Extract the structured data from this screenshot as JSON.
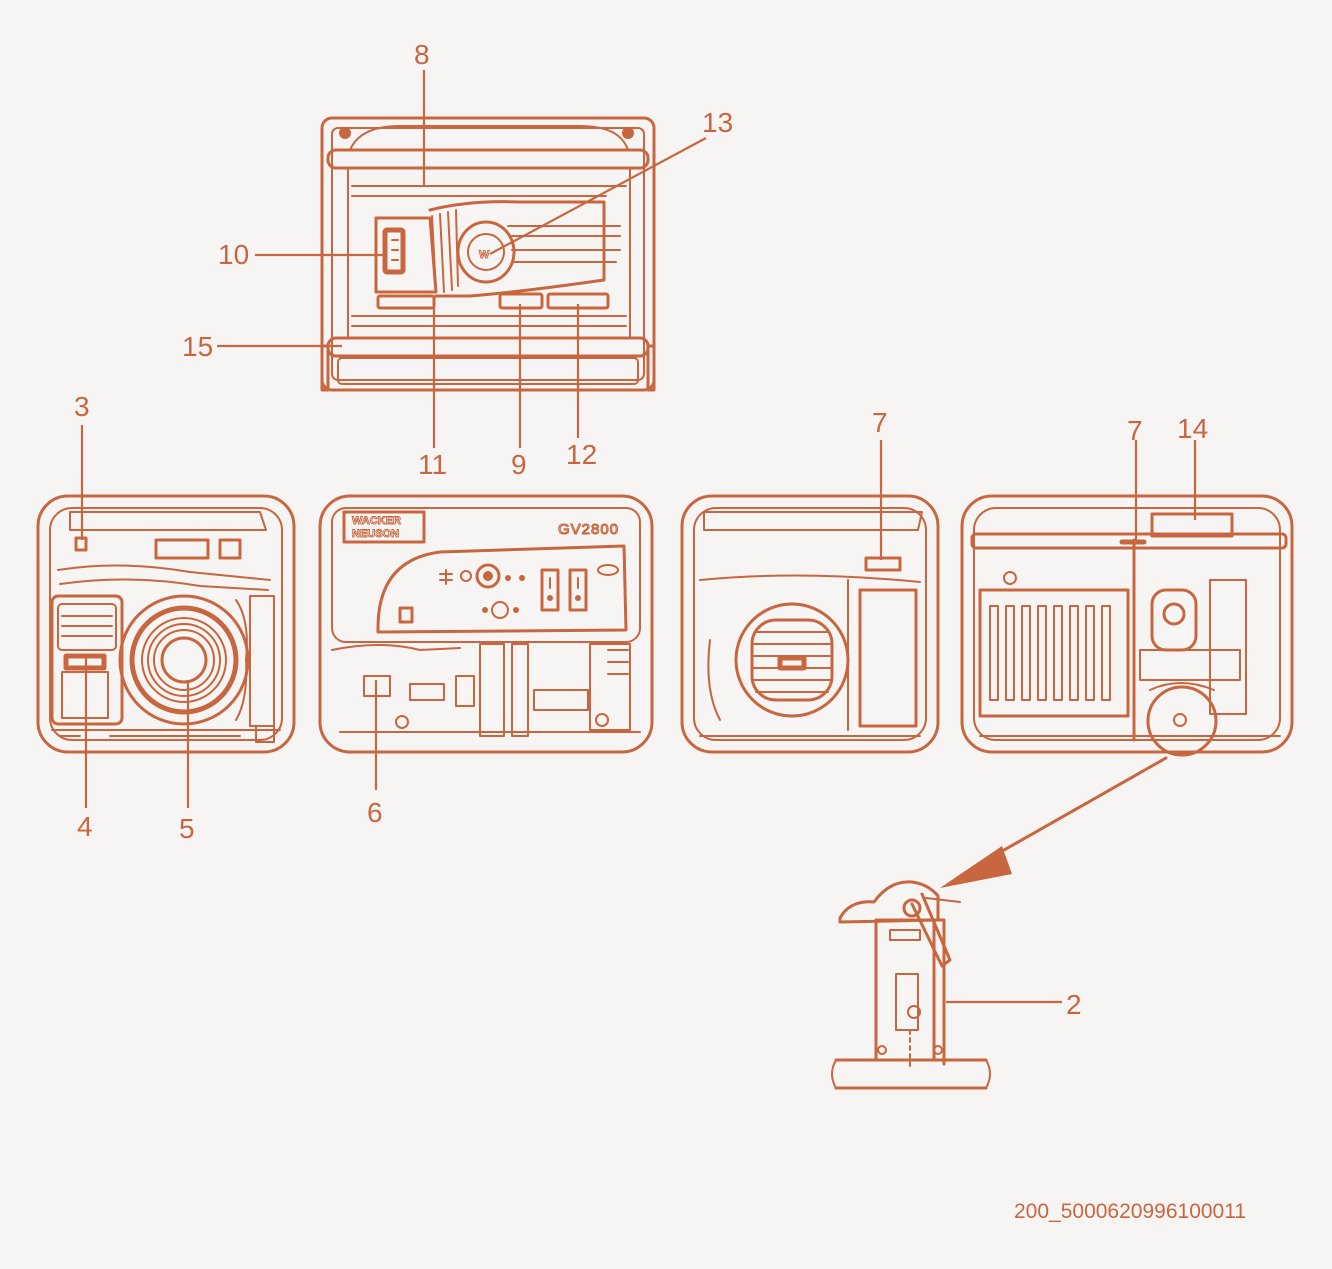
{
  "callouts": {
    "c2": "2",
    "c3": "3",
    "c4": "4",
    "c5": "5",
    "c6": "6",
    "c7a": "7",
    "c7b": "7",
    "c8": "8",
    "c9": "9",
    "c10": "10",
    "c11": "11",
    "c12": "12",
    "c13": "13",
    "c14": "14",
    "c15": "15"
  },
  "panel": {
    "brand_line1": "WACKER",
    "brand_line2": "NEUSON",
    "model": "GV2800",
    "logo_letter": "W"
  },
  "reference_number": "200_5000620996100011",
  "colors": {
    "line": "#c8663f",
    "background": "#f7f5f3"
  }
}
